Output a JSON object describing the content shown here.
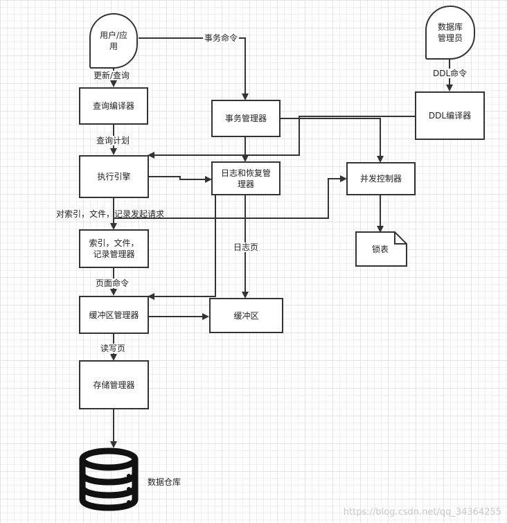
{
  "nodes": {
    "user_app": "用户/应\n用",
    "dba": "数据库\n管理员",
    "query_compiler": "查询编译器",
    "txn_manager": "事务管理器",
    "ddl_compiler": "DDL编译器",
    "exec_engine": "执行引擎",
    "log_recovery": "日志和恢复管\n理器",
    "concurrency": "并发控制器",
    "lock_table": "锁表",
    "index_file_mgr": "索引，文件，\n记录管理器",
    "buffer_mgr": "缓冲区管理器",
    "buffer": "缓冲区",
    "storage_mgr": "存储管理器",
    "data_warehouse": "数据仓库"
  },
  "edge_labels": {
    "txn_cmd": "事务命令",
    "ddl_cmd": "DDL命令",
    "update_query": "更新/查询",
    "query_plan": "查询计划",
    "index_req": "对索引，文件，记录发起请求",
    "log_page": "日志页",
    "page_cmd": "页面命令",
    "rw_page": "读写页"
  },
  "watermark": "https://blog.csdn.net/qq_34364255"
}
